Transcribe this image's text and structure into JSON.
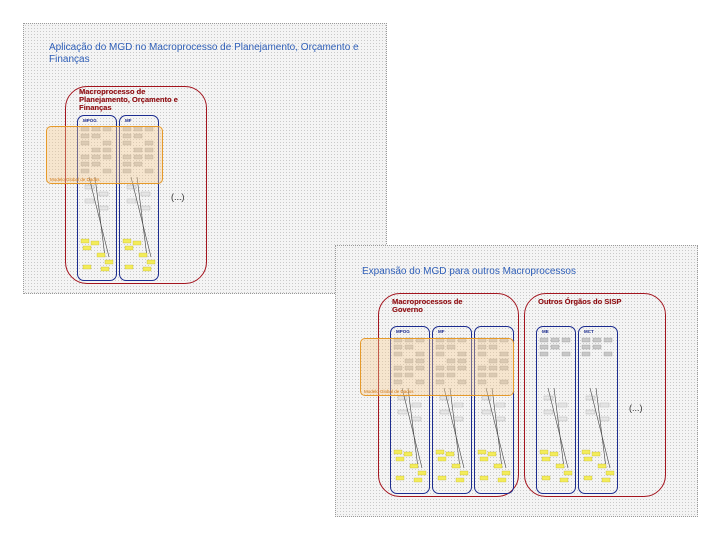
{
  "slide1": {
    "title": "Aplicação do MGD no Macroprocesso de Planejamento, Orçamento e Finanças",
    "macro_title": "Macroprocesso de Planejamento, Orçamento e Finanças",
    "columns": [
      "MPOG",
      "MF"
    ],
    "mgd_label": "Modelo Global de Dados",
    "ellipsis": "(...)"
  },
  "slide2": {
    "title": "Expansão do MGD para outros Macroprocessos",
    "gov_title": "Macroprocessos de Governo",
    "gov_columns": [
      "MPOG",
      "MF",
      ""
    ],
    "sisp_title": "Outros Órgãos do SISP",
    "sisp_columns": [
      "ME",
      "MCT"
    ],
    "mgd_label": "Modelo Global de Dados",
    "ellipsis": "(...)"
  },
  "colors": {
    "title_blue": "#2f5fb8",
    "macro_red": "#a3141e",
    "column_navy": "#1c2c8f",
    "mgd_orange": "#e69a2a",
    "note_yellow": "#f3ec5a"
  }
}
